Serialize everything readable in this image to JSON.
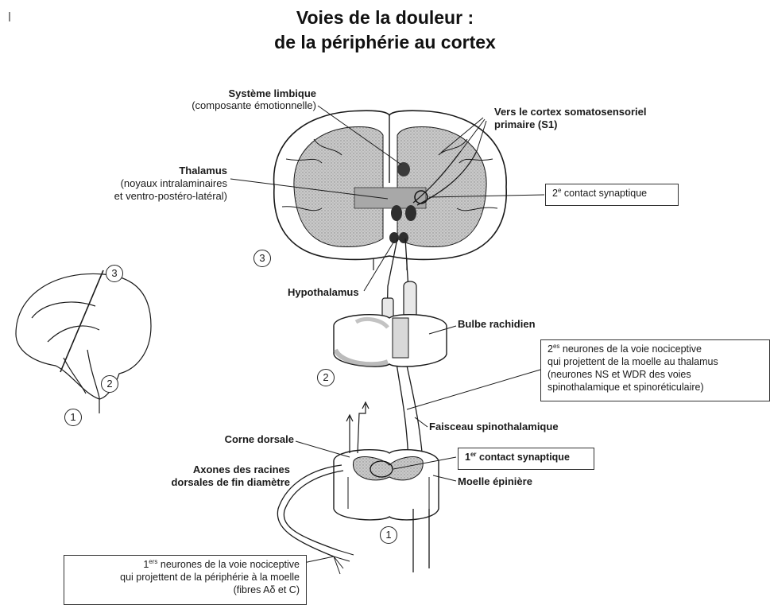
{
  "title": {
    "line1": "Voies de la douleur :",
    "line2": "de la périphérie au cortex"
  },
  "labels": {
    "limbique_title": "Système limbique",
    "limbique_sub": "(composante émotionnelle)",
    "cortex_line1": "Vers le cortex somatosensoriel",
    "cortex_line2": "primaire (S1)",
    "thalamus_title": "Thalamus",
    "thalamus_sub1": "(noyaux intralaminaires",
    "thalamus_sub2": "et ventro-postéro-latéral)",
    "contact2_sup": "e",
    "contact2_rest": " contact  synaptique",
    "hypothalamus": "Hypothalamus",
    "bulbe": "Bulbe rachidien",
    "neurones2_sup": "es",
    "neurones2_line1": " neurones de la voie nociceptive",
    "neurones2_line2": "qui projettent  de la moelle au thalamus",
    "neurones2_line3": "(neurones NS et WDR des voies",
    "neurones2_line4": "spinothalamique et spinoréticulaire)",
    "faisceau": "Faisceau spinothalamique",
    "corne": "Corne dorsale",
    "axones_line1": "Axones des racines",
    "axones_line2": "dorsales de fin diamètre",
    "contact1_sup": "er",
    "contact1_rest": " contact synaptique",
    "moelle": "Moelle épinière",
    "neurones1_sup": "ers",
    "neurones1_line1": " neurones de la voie nociceptive",
    "neurones1_line2": "qui projettent de la périphérie à la moelle",
    "neurones1_line3": "(fibres Aδ et C)"
  },
  "markers": {
    "one": "1",
    "two": "2",
    "three": "3"
  },
  "colors": {
    "ink": "#1a1a1a",
    "gray_matter": "#b8b8b8",
    "background": "#ffffff"
  }
}
